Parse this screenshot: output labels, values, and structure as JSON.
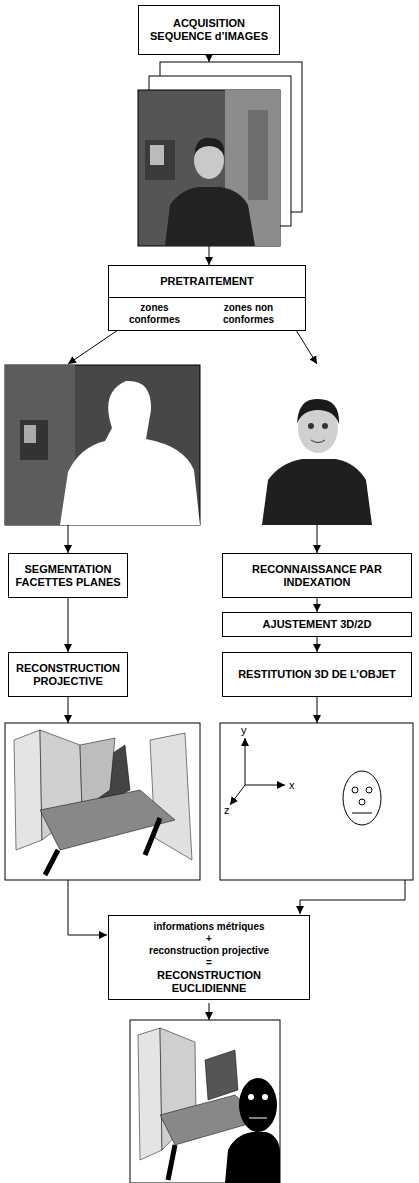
{
  "diagram": {
    "nodes": [
      {
        "text": [
          "ACQUISITION SEQUENCE d’IMAGES"
        ]
      },
      {
        "text": [
          "PRETRAITEMENT",
          "zones conformes",
          "zones non conformes"
        ]
      },
      {
        "text": [
          "SEGMENTATION FACETTES PLANES"
        ]
      },
      {
        "text": [
          "RECONNAISSANCE PAR INDEXATION"
        ]
      },
      {
        "text": [
          "AJUSTEMENT 3D/2D"
        ]
      },
      {
        "text": [
          "RECONSTRUCTION PROJECTIVE"
        ]
      },
      {
        "text": [
          "RESTITUTION 3D DE L’OBJET"
        ]
      },
      {
        "text": [
          "informations métriques",
          "+",
          "reconstruction projective",
          "=",
          "RECONSTRUCTION EUCLIDIENNE"
        ]
      }
    ],
    "edges": [
      {
        "from": 2,
        "to": 5,
        "arrow": "to"
      },
      {
        "from": 3,
        "to": 4,
        "arrow": "to"
      },
      {
        "from": 4,
        "to": 6,
        "arrow": "to"
      }
    ],
    "labels": [
      "y",
      "x",
      "z"
    ]
  }
}
